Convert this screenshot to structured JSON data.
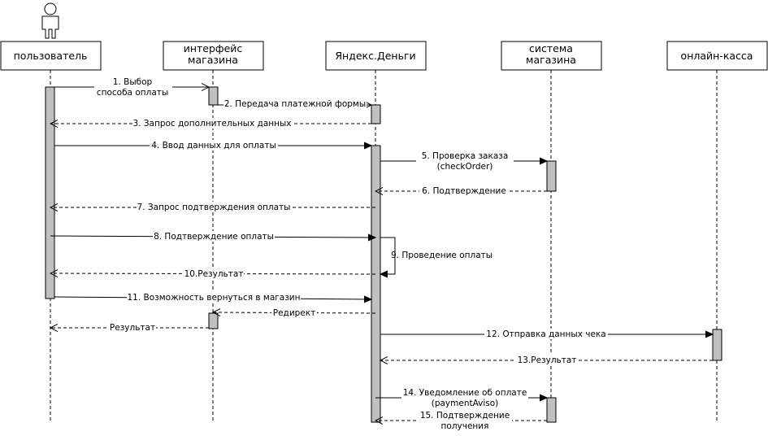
{
  "participants": [
    {
      "id": "user",
      "lines": [
        "пользователь"
      ]
    },
    {
      "id": "shop-ui",
      "lines": [
        "интерфейс",
        "магазина"
      ]
    },
    {
      "id": "yandex",
      "lines": [
        "Яндекс.Деньги"
      ]
    },
    {
      "id": "shop-system",
      "lines": [
        "система",
        "магазина"
      ]
    },
    {
      "id": "online-kassa",
      "lines": [
        "онлайн-касса"
      ]
    }
  ],
  "messages": [
    {
      "id": "m1",
      "from": "user",
      "to": "shop-ui",
      "style": "solid",
      "lines": [
        "1. Выбор",
        "способа оплаты"
      ]
    },
    {
      "id": "m2",
      "from": "shop-ui",
      "to": "yandex",
      "style": "solid",
      "lines": [
        "2. Передача платежной формы"
      ]
    },
    {
      "id": "m3",
      "from": "yandex",
      "to": "user",
      "style": "dashed",
      "lines": [
        "3. Запрос дополнительных данных"
      ]
    },
    {
      "id": "m4",
      "from": "user",
      "to": "yandex",
      "style": "solid",
      "lines": [
        "4. Ввод данных для оплаты"
      ]
    },
    {
      "id": "m5",
      "from": "yandex",
      "to": "shop-system",
      "style": "solid",
      "lines": [
        "5. Проверка заказа",
        "(checkOrder)"
      ]
    },
    {
      "id": "m6",
      "from": "shop-system",
      "to": "yandex",
      "style": "dashed",
      "lines": [
        "6. Подтверждение"
      ]
    },
    {
      "id": "m7",
      "from": "yandex",
      "to": "user",
      "style": "dashed",
      "lines": [
        "7. Запрос подтверждения оплаты"
      ]
    },
    {
      "id": "m8",
      "from": "user",
      "to": "yandex",
      "style": "solid",
      "lines": [
        "8. Подтверждение оплаты"
      ]
    },
    {
      "id": "m9",
      "from": "yandex",
      "to": "yandex",
      "style": "solid",
      "lines": [
        "9. Проведение оплаты"
      ]
    },
    {
      "id": "m10",
      "from": "yandex",
      "to": "user",
      "style": "dashed",
      "lines": [
        "10.Результат"
      ]
    },
    {
      "id": "m11",
      "from": "user",
      "to": "yandex",
      "style": "solid",
      "lines": [
        "11. Возможность вернуться в магазин"
      ]
    },
    {
      "id": "m-redirect",
      "from": "yandex",
      "to": "shop-ui",
      "style": "dashed",
      "lines": [
        "Редирект"
      ]
    },
    {
      "id": "m-result",
      "from": "shop-ui",
      "to": "user",
      "style": "dashed",
      "lines": [
        "Результат"
      ]
    },
    {
      "id": "m12",
      "from": "yandex",
      "to": "online-kassa",
      "style": "solid",
      "lines": [
        "12. Отправка данных чека"
      ]
    },
    {
      "id": "m13",
      "from": "online-kassa",
      "to": "yandex",
      "style": "dashed",
      "lines": [
        "13.Результат"
      ]
    },
    {
      "id": "m14",
      "from": "yandex",
      "to": "shop-system",
      "style": "solid",
      "lines": [
        "14. Уведомление об оплате",
        "(paymentAviso)"
      ]
    },
    {
      "id": "m15",
      "from": "shop-system",
      "to": "yandex",
      "style": "dashed",
      "lines": [
        "15. Подтверждение",
        "получения"
      ]
    }
  ]
}
